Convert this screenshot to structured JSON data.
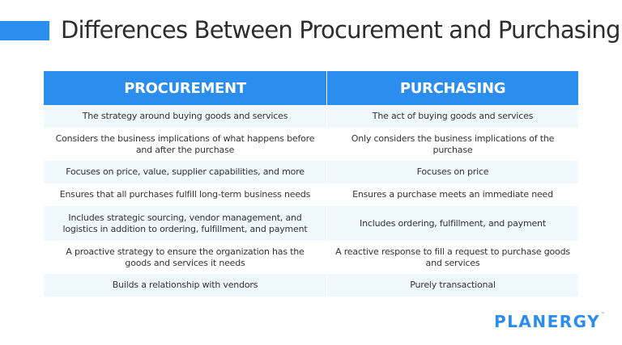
{
  "header": {
    "title": "Differences Between Procurement and Purchasing",
    "accent_color": "#2b8ded"
  },
  "table": {
    "columns": [
      "PROCUREMENT",
      "PURCHASING"
    ],
    "rows": [
      {
        "procurement": "The strategy around buying goods and services",
        "purchasing": "The act of buying goods and services"
      },
      {
        "procurement": "Considers the business implications of what happens before and after the purchase",
        "purchasing": "Only considers the business implications of the purchase"
      },
      {
        "procurement": "Focuses on price, value, supplier capabilities, and more",
        "purchasing": "Focuses on price"
      },
      {
        "procurement": "Ensures that all purchases fulfill long-term business needs",
        "purchasing": "Ensures a purchase meets an immediate need"
      },
      {
        "procurement": "Includes strategic sourcing, vendor management, and logistics in addition to ordering, fulfillment, and payment",
        "purchasing": "Includes ordering, fulfillment, and payment"
      },
      {
        "procurement": "A proactive strategy to ensure the organization has the goods and services it needs",
        "purchasing": "A reactive response to fill a request to purchase goods and services"
      },
      {
        "procurement": "Builds a relationship with vendors",
        "purchasing": "Purely transactional"
      }
    ],
    "header_color": "#2b8ded",
    "shaded_row_color": "#eef8fd"
  },
  "footer": {
    "logo_text": "PLANERGY",
    "logo_tm": "™"
  }
}
